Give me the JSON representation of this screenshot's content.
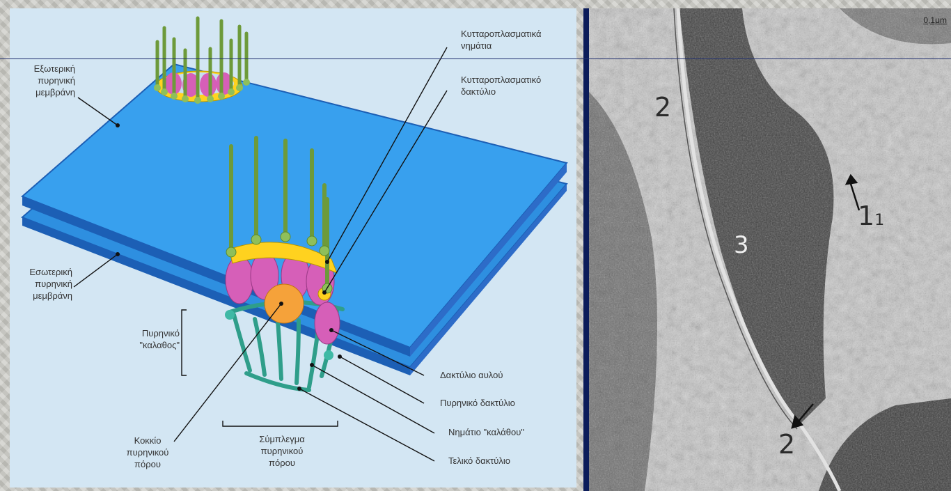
{
  "diagram": {
    "labels": {
      "outer_membrane": "Εξωτερική\nπυρηνική\nμεμβράνη",
      "inner_membrane": "Εσωτερική\nπυρηνική\nμεμβράνη",
      "nuclear_basket": "Πυρηνικό\n\"καλαθος\"",
      "central_granule": "Κοκκίο\nπυρηνικού\nπόρου",
      "pore_complex": "Σύμπλεγμα\nπυρηνικού\nπόρου",
      "cyto_filaments": "Κυτταροπλασματικά\nνημάτια",
      "cyto_ring": "Κυτταροπλασματικό\nδακτύλιο",
      "spoke_ring": "Δακτύλιο αυλού",
      "nuclear_ring": "Πυρηνικό δακτύλιο",
      "basket_filament": "Νημάτιο \"καλάθου\"",
      "terminal_ring": "Τελικό δακτύλιο"
    },
    "colors": {
      "membrane": "#2e8fe0",
      "membrane_edge": "#1c5fb5",
      "filament": "#8fbf5a",
      "cyto_ring": "#ffd21f",
      "spoke": "#d65fb8",
      "central": "#f5a23a",
      "basket": "#3fb9a5"
    }
  },
  "micrograph": {
    "scale_label": "0,1μm",
    "markers": {
      "m2_top": "2",
      "m3": "3",
      "m1": "1",
      "m1_sub": "1",
      "m2_bottom": "2"
    }
  }
}
